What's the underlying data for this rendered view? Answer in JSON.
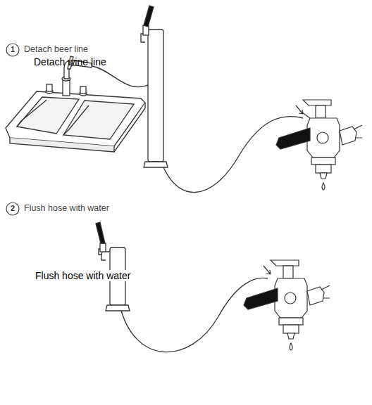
{
  "diagram": {
    "labels": [
      "1",
      "Detach beer line",
      "Detach wine line",
      "2",
      "Flush hose with water",
      "Flush hose with water"
    ]
  }
}
